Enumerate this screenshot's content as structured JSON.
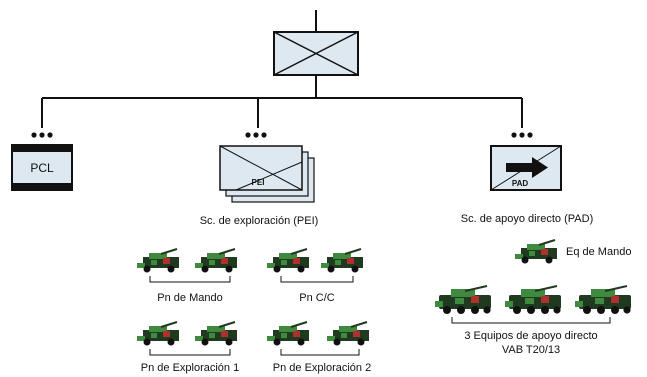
{
  "hq": {},
  "units": {
    "pcl": {
      "abbrev": "PCL"
    },
    "pei": {
      "abbrev": "PEI",
      "caption": "Sc. de exploración (PEI)"
    },
    "pad": {
      "abbrev": "PAD",
      "caption": "Sc. de apoyo directo (PAD)"
    }
  },
  "vehicle_groups": {
    "mando": "Pn de Mando",
    "cc": "Pn C/C",
    "exp1": "Pn de Exploración 1",
    "exp2": "Pn de Exploración 2",
    "eq_mando": "Eq de Mando",
    "equipos": "3 Equipos de apoyo directo",
    "vab": "VAB T20/13"
  },
  "colors": {
    "line": "#111111",
    "frame_fill": "#dde8f0",
    "vehicle_dark": "#1f3a1f",
    "vehicle_green": "#3f8a3f",
    "vehicle_red": "#b03030"
  }
}
